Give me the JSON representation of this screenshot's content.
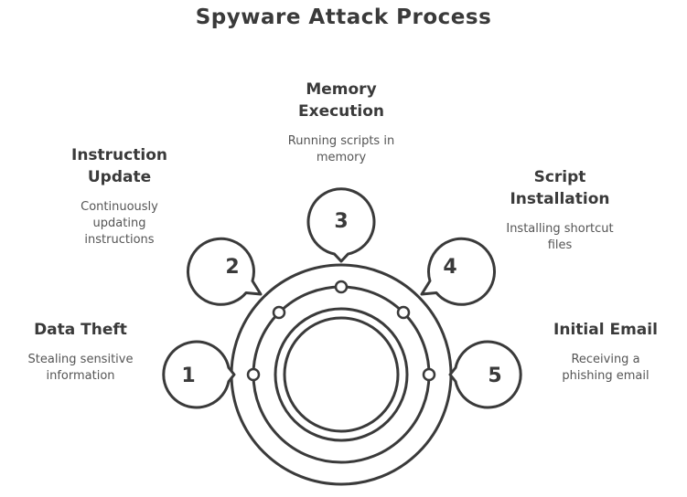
{
  "title": "Spyware Attack Process",
  "steps": [
    {
      "number": "1",
      "heading": "Data Theft",
      "description": "Stealing sensitive information"
    },
    {
      "number": "2",
      "heading": "Instruction Update",
      "description": "Continuously updating instructions"
    },
    {
      "number": "3",
      "heading": "Memory Execution",
      "description": "Running scripts in memory"
    },
    {
      "number": "4",
      "heading": "Script Installation",
      "description": "Installing shortcut files"
    },
    {
      "number": "5",
      "heading": "Initial Email",
      "description": "Receiving a phishing email"
    }
  ],
  "colors": {
    "stroke": "#3a3a3a",
    "background": "#ffffff",
    "text": "#3a3a3a"
  }
}
